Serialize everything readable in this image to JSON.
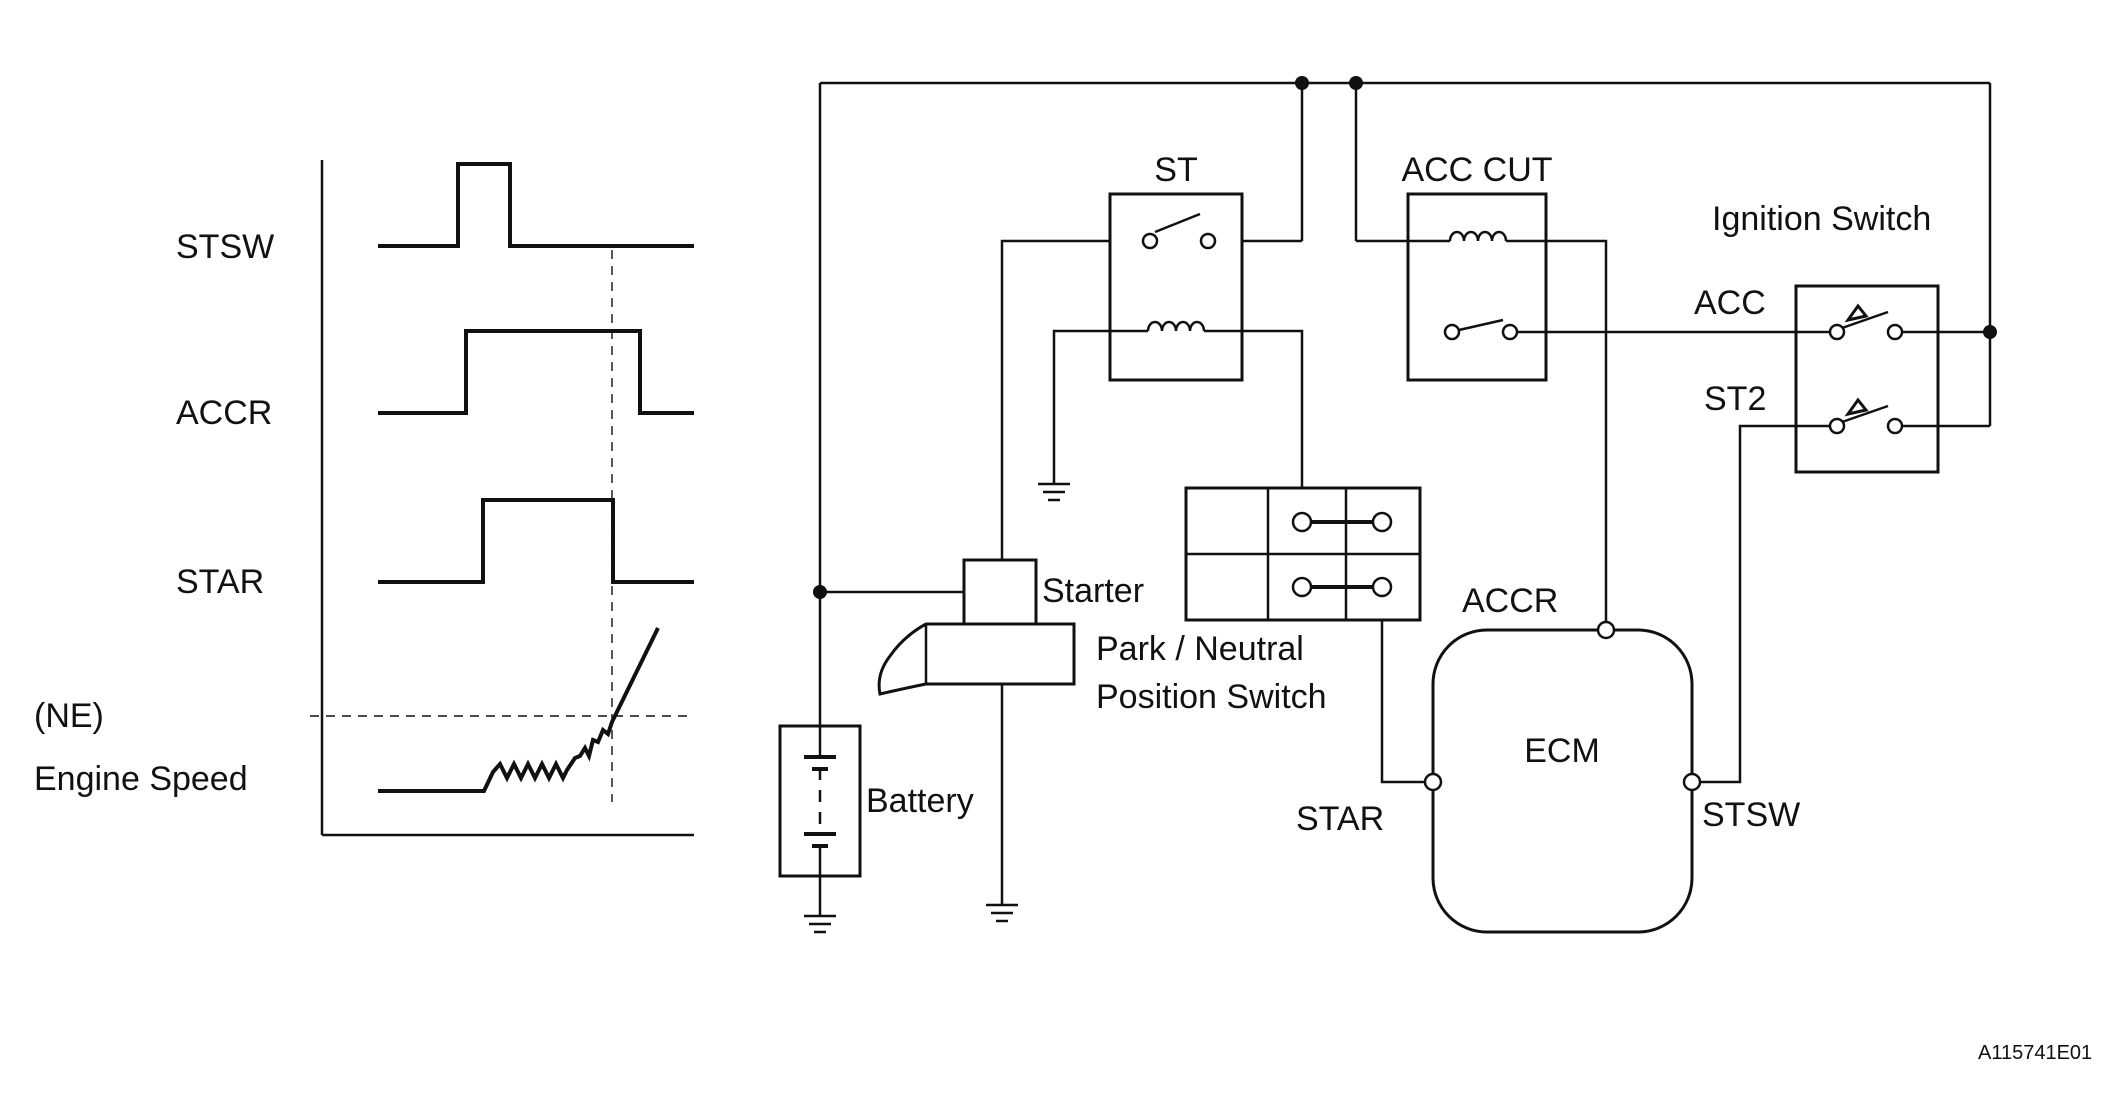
{
  "timing_chart": {
    "signals": [
      {
        "label": "STSW"
      },
      {
        "label": "ACCR"
      },
      {
        "label": "STAR"
      }
    ],
    "engine_speed": {
      "line1": "(NE)",
      "line2": "Engine Speed"
    }
  },
  "circuit": {
    "st_relay": "ST",
    "acc_cut_relay": "ACC CUT",
    "ignition_switch": "Ignition Switch",
    "acc_contact": "ACC",
    "st2_contact": "ST2",
    "starter": "Starter",
    "park_neutral_line1": "Park / Neutral",
    "park_neutral_line2": "Position Switch",
    "battery": "Battery",
    "ecm": "ECM",
    "ecm_pins": {
      "accr": "ACCR",
      "star": "STAR",
      "stsw": "STSW"
    }
  },
  "figure_code": "A115741E01"
}
